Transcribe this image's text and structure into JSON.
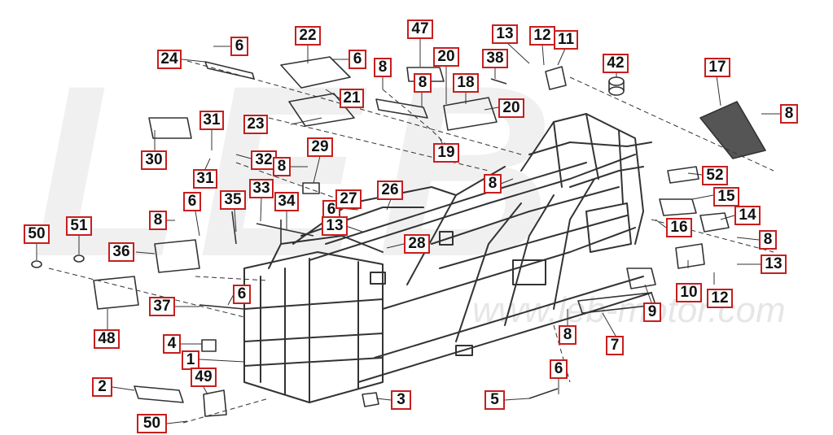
{
  "watermark": {
    "logo": "LEB",
    "url": "www.leb-motor.com"
  },
  "colors": {
    "callout_border": "#c81e1e",
    "line": "#333333",
    "watermark": "#f0f0f0"
  },
  "callouts": [
    {
      "id": "c-24",
      "text": "24"
    },
    {
      "id": "c-6a",
      "text": "6"
    },
    {
      "id": "c-22",
      "text": "22"
    },
    {
      "id": "c-6b",
      "text": "6"
    },
    {
      "id": "c-47",
      "text": "47"
    },
    {
      "id": "c-8a",
      "text": "8"
    },
    {
      "id": "c-8b",
      "text": "8"
    },
    {
      "id": "c-20a",
      "text": "20"
    },
    {
      "id": "c-21",
      "text": "21"
    },
    {
      "id": "c-23",
      "text": "23"
    },
    {
      "id": "c-13a",
      "text": "13"
    },
    {
      "id": "c-12a",
      "text": "12"
    },
    {
      "id": "c-11",
      "text": "11"
    },
    {
      "id": "c-38",
      "text": "38"
    },
    {
      "id": "c-42",
      "text": "42"
    },
    {
      "id": "c-18",
      "text": "18"
    },
    {
      "id": "c-20b",
      "text": "20"
    },
    {
      "id": "c-17",
      "text": "17"
    },
    {
      "id": "c-8c",
      "text": "8"
    },
    {
      "id": "c-30",
      "text": "30"
    },
    {
      "id": "c-31a",
      "text": "31"
    },
    {
      "id": "c-32",
      "text": "32"
    },
    {
      "id": "c-31b",
      "text": "31"
    },
    {
      "id": "c-8d",
      "text": "8"
    },
    {
      "id": "c-29",
      "text": "29"
    },
    {
      "id": "c-19",
      "text": "19"
    },
    {
      "id": "c-8e",
      "text": "8"
    },
    {
      "id": "c-52",
      "text": "52"
    },
    {
      "id": "c-15",
      "text": "15"
    },
    {
      "id": "c-16",
      "text": "16"
    },
    {
      "id": "c-14",
      "text": "14"
    },
    {
      "id": "c-8f",
      "text": "8"
    },
    {
      "id": "c-6c",
      "text": "6"
    },
    {
      "id": "c-35",
      "text": "35"
    },
    {
      "id": "c-33",
      "text": "33"
    },
    {
      "id": "c-34",
      "text": "34"
    },
    {
      "id": "c-6d",
      "text": "6"
    },
    {
      "id": "c-27",
      "text": "27"
    },
    {
      "id": "c-26",
      "text": "26"
    },
    {
      "id": "c-8g",
      "text": "8"
    },
    {
      "id": "c-13b",
      "text": "13"
    },
    {
      "id": "c-28",
      "text": "28"
    },
    {
      "id": "c-50a",
      "text": "50"
    },
    {
      "id": "c-51",
      "text": "51"
    },
    {
      "id": "c-36",
      "text": "36"
    },
    {
      "id": "c-10",
      "text": "10"
    },
    {
      "id": "c-13c",
      "text": "13"
    },
    {
      "id": "c-12b",
      "text": "12"
    },
    {
      "id": "c-6e",
      "text": "6"
    },
    {
      "id": "c-37",
      "text": "37"
    },
    {
      "id": "c-48",
      "text": "48"
    },
    {
      "id": "c-9",
      "text": "9"
    },
    {
      "id": "c-8h",
      "text": "8"
    },
    {
      "id": "c-7",
      "text": "7"
    },
    {
      "id": "c-4",
      "text": "4"
    },
    {
      "id": "c-1",
      "text": "1"
    },
    {
      "id": "c-6f",
      "text": "6"
    },
    {
      "id": "c-49",
      "text": "49"
    },
    {
      "id": "c-2",
      "text": "2"
    },
    {
      "id": "c-3",
      "text": "3"
    },
    {
      "id": "c-5",
      "text": "5"
    },
    {
      "id": "c-50b",
      "text": "50"
    }
  ]
}
